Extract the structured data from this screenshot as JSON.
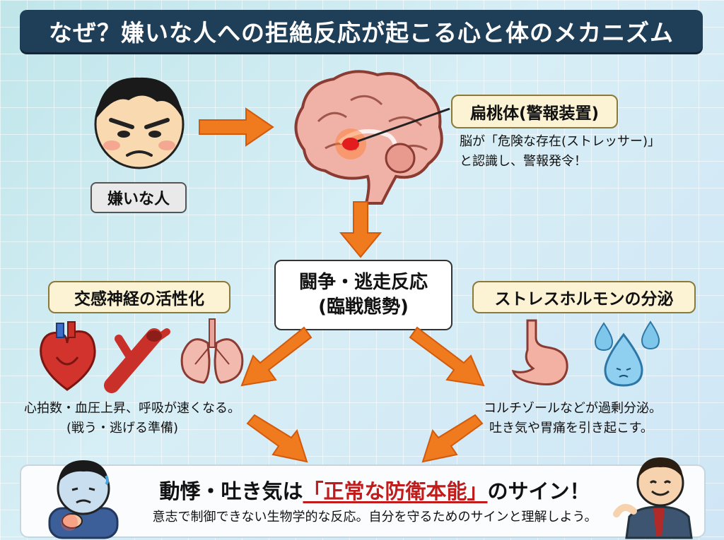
{
  "title": "なぜ？嫌いな人への拒絶反応が起こる心と体のメカニズム",
  "person_label": "嫌いな人",
  "amygdala": {
    "title": "扁桃体(警報装置)",
    "desc_line1": "脳が「危険な存在(ストレッサー)」",
    "desc_line2": "と認識し、警報発令！"
  },
  "center": {
    "line1": "闘争・逃走反応",
    "line2": "(臨戦態勢)"
  },
  "left_branch": {
    "title": "交感神経の活性化",
    "desc_line1": "心拍数・血圧上昇、呼吸が速くなる。",
    "desc_line2": "(戦う・逃げる準備)"
  },
  "right_branch": {
    "title": "ストレスホルモンの分泌",
    "desc_line1": "コルチゾールなどが過剰分泌。",
    "desc_line2": "吐き気や胃痛を引き起こす。"
  },
  "bottom": {
    "main_pre": "動悸・吐き気は",
    "main_highlight": "「正常な防衛本能」",
    "main_post": "のサイン！",
    "sub": "意志で制御できない生物学的な反応。自分を守るためのサインと理解しよう。"
  },
  "colors": {
    "title_bg": "#1f3e58",
    "arrow": "#f07a1e",
    "highlight": "#c11b1b"
  },
  "icons": [
    "angry-face-icon",
    "brain-icon",
    "heart-icon",
    "blood-vessel-icon",
    "lungs-icon",
    "stomach-icon",
    "droplets-icon",
    "distressed-person-icon",
    "smiling-man-icon"
  ]
}
